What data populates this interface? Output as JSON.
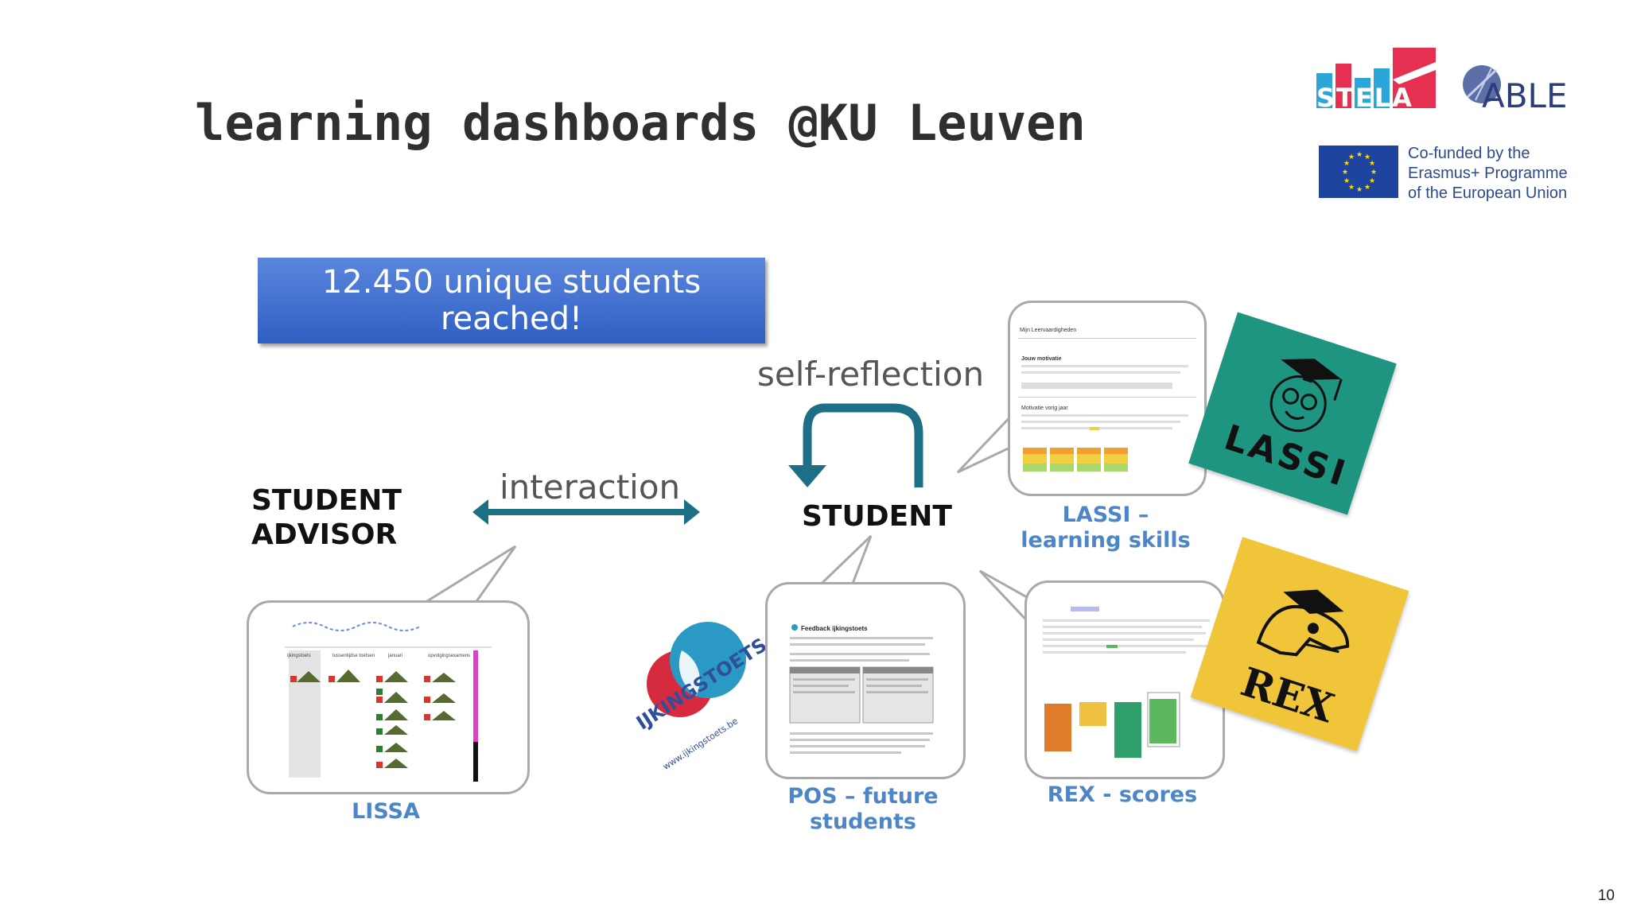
{
  "slide": {
    "title": "learning dashboards @KU Leuven",
    "page_number": "10"
  },
  "banner": {
    "line1": "12.450 unique students",
    "line2": "reached!"
  },
  "actors": {
    "advisor_line1": "STUDENT",
    "advisor_line2": "ADVISOR",
    "student": "STUDENT"
  },
  "arrows": {
    "interaction": "interaction",
    "self_reflection": "self-reflection"
  },
  "captions": {
    "lissa": "LISSA",
    "pos_line1": "POS – future",
    "pos_line2": "students",
    "lassi_line1": "LASSI –",
    "lassi_line2": "learning skills",
    "rex": "REX - scores"
  },
  "logos": {
    "stela": "STELA",
    "able": "ABLE",
    "eu_line1": "Co-funded by the",
    "eu_line2": "Erasmus+ Programme",
    "eu_line3": "of the European Union",
    "ijkingstoets": "IJKINGSTOETS",
    "ijkingstoets_url": "www.ijkingstoets.be",
    "lassi": "LASSI",
    "rex": "REX"
  },
  "screens": {
    "lassi_header": "Mijn Leervaardigheden",
    "lassi_section1": "Jouw motivatie",
    "lassi_section2": "Motivatie vorig jaar",
    "pos_header": "Feedback ijkingstoets",
    "lissa_col1": "ijkingstoets",
    "lissa_col2": "tussentijdse toetsen",
    "lissa_col3": "januari",
    "lissa_col4": "opvolgingsexamens"
  },
  "colors": {
    "banner": "#3e6fd0",
    "arrow": "#1d6f86",
    "caption": "#4d86c8",
    "lassi_bg": "#1d9580",
    "rex_bg": "#f0c53a"
  }
}
